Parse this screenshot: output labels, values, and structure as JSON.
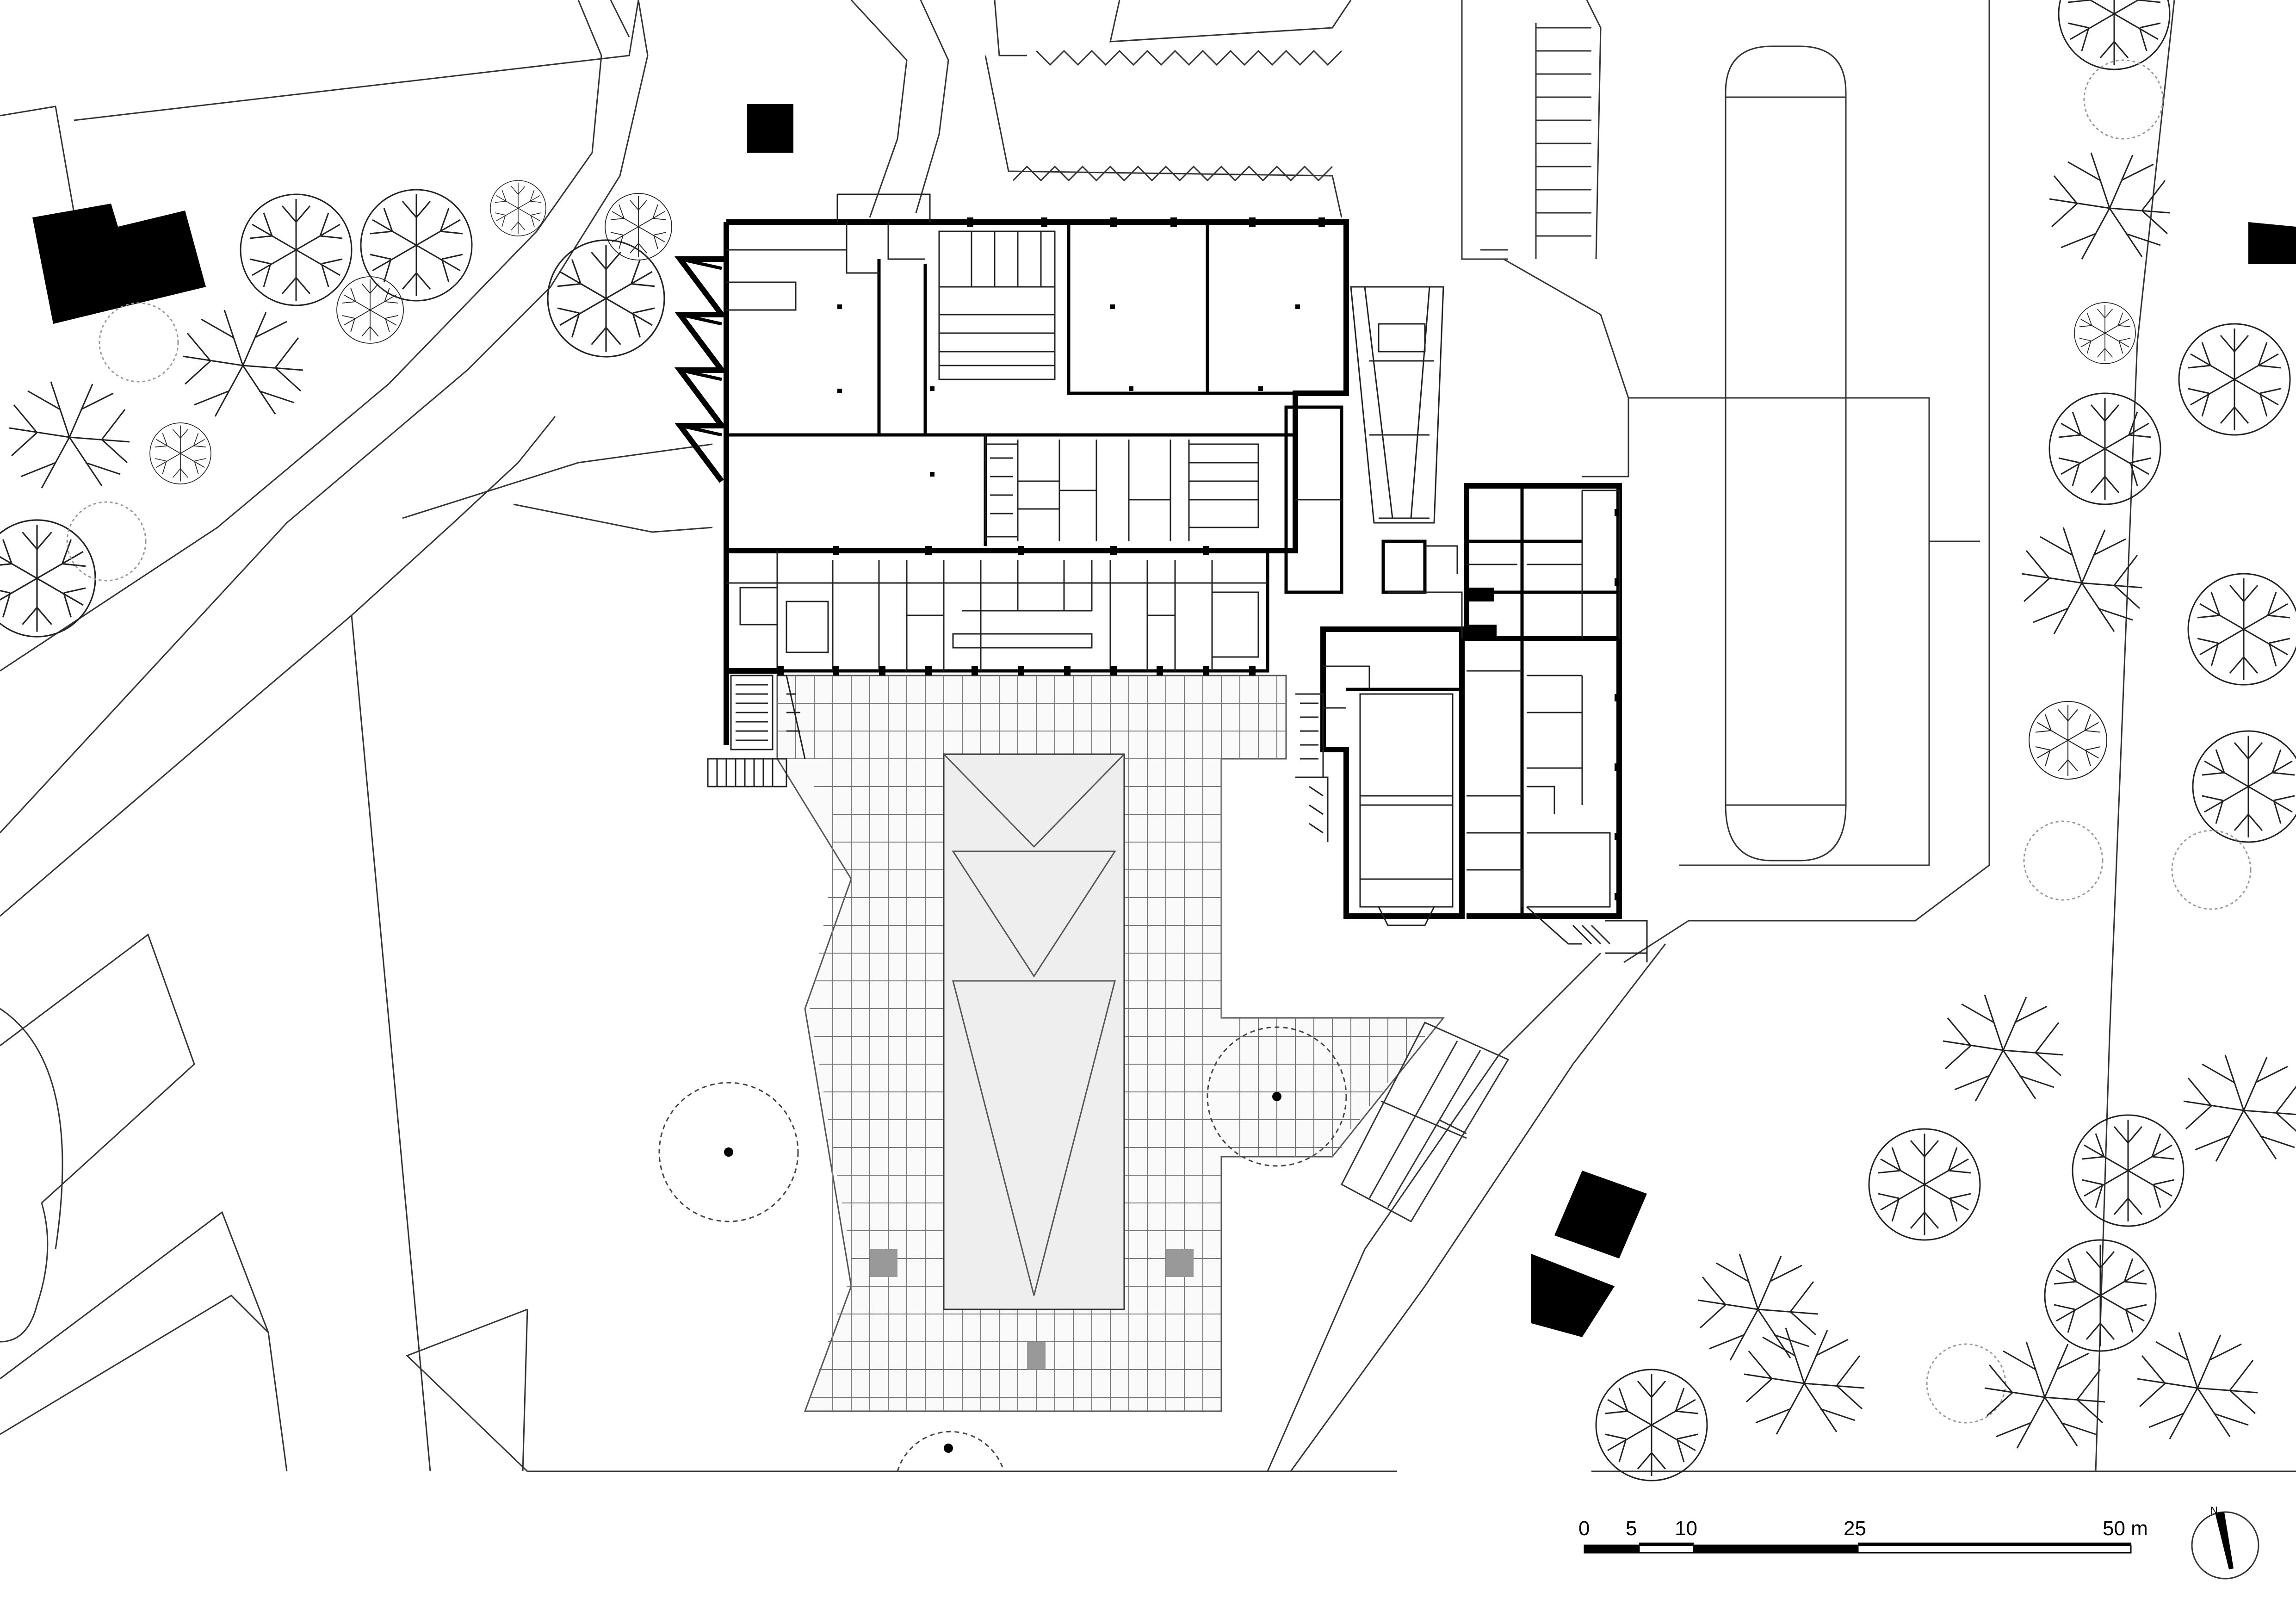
{
  "scale_bar": {
    "ticks": [
      "0",
      "5",
      "10",
      "25",
      "50 m"
    ]
  },
  "north_arrow": {
    "label": "N",
    "icon": "north-arrow-icon"
  },
  "colors": {
    "walls": "#000000",
    "site_lines": "#333333",
    "paving": "#777777",
    "pool_fill": "#eeeeee",
    "background": "#ffffff"
  }
}
